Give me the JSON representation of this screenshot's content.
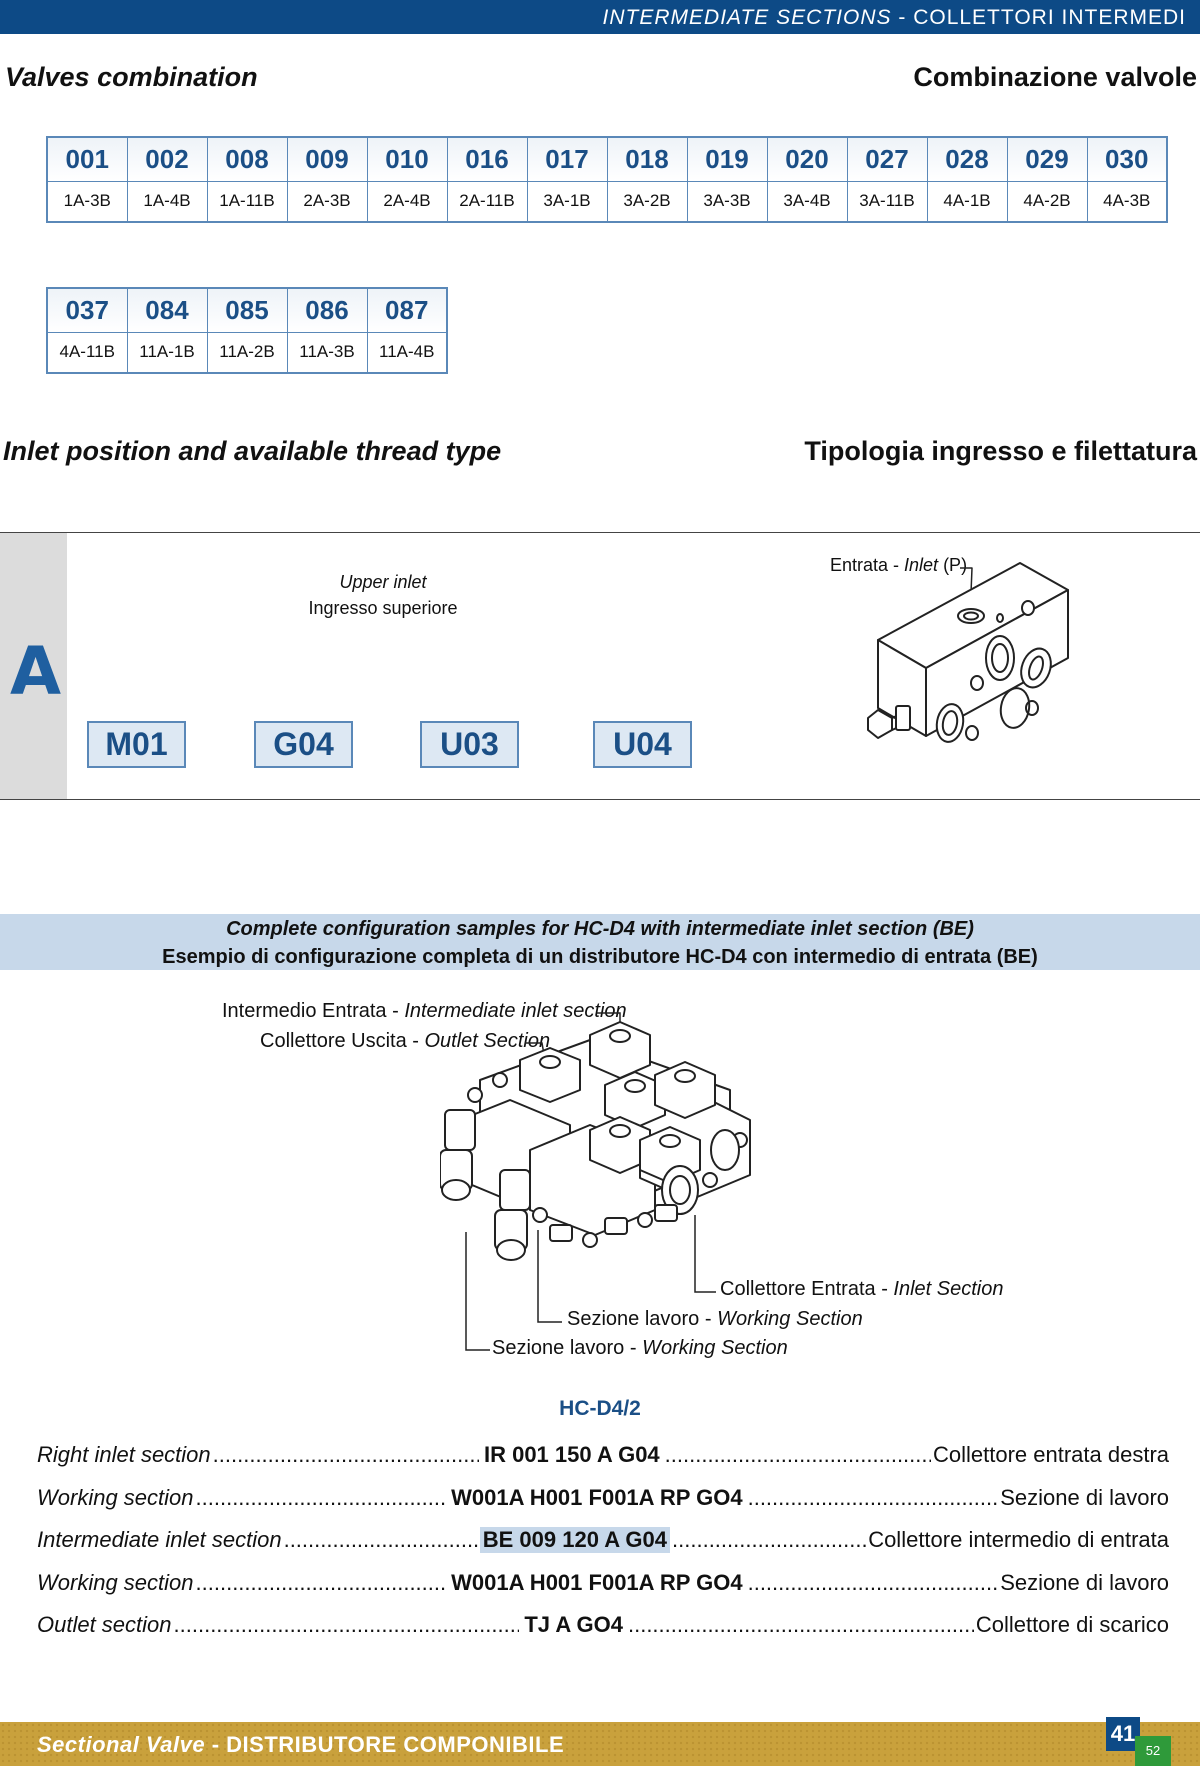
{
  "header": {
    "title_part1": "INTERMEDIATE SECTIONS",
    "separator": "-",
    "title_part2": "COLLETTORI INTERMEDI"
  },
  "valves": {
    "heading_en": "Valves combination",
    "heading_it": "Combinazione valvole",
    "row1": [
      {
        "code": "001",
        "desc": "1A-3B"
      },
      {
        "code": "002",
        "desc": "1A-4B"
      },
      {
        "code": "008",
        "desc": "1A-11B"
      },
      {
        "code": "009",
        "desc": "2A-3B"
      },
      {
        "code": "010",
        "desc": "2A-4B"
      },
      {
        "code": "016",
        "desc": "2A-11B"
      },
      {
        "code": "017",
        "desc": "3A-1B"
      },
      {
        "code": "018",
        "desc": "3A-2B"
      },
      {
        "code": "019",
        "desc": "3A-3B"
      },
      {
        "code": "020",
        "desc": "3A-4B"
      },
      {
        "code": "027",
        "desc": "3A-11B"
      },
      {
        "code": "028",
        "desc": "4A-1B"
      },
      {
        "code": "029",
        "desc": "4A-2B"
      },
      {
        "code": "030",
        "desc": "4A-3B"
      }
    ],
    "row2": [
      {
        "code": "037",
        "desc": "4A-11B"
      },
      {
        "code": "084",
        "desc": "11A-1B"
      },
      {
        "code": "085",
        "desc": "11A-2B"
      },
      {
        "code": "086",
        "desc": "11A-3B"
      },
      {
        "code": "087",
        "desc": "11A-4B"
      }
    ]
  },
  "inlet": {
    "heading_en": "Inlet position and available thread type",
    "heading_it": "Tipologia ingresso e filettatura",
    "letter": "A",
    "upper_en": "Upper inlet",
    "upper_it": "Ingresso superiore",
    "threads": [
      "M01",
      "G04",
      "U03",
      "U04"
    ],
    "entrata_label": "Entrata - ",
    "entrata_inlet": "Inlet",
    "entrata_p": " (P)"
  },
  "config": {
    "title_en": "Complete configuration samples for HC-D4 with intermediate inlet section (BE)",
    "title_it": "Esempio di configurazione completa di un distributore HC-D4 con intermedio di entrata (BE)",
    "annotations": [
      {
        "it": "Intermedio Entrata - ",
        "en": "Intermediate inlet section"
      },
      {
        "it": "Collettore Uscita - ",
        "en": "Outlet Section"
      },
      {
        "it": "Collettore Entrata - ",
        "en": "Inlet Section"
      },
      {
        "it": "Sezione lavoro - ",
        "en": "Working Section"
      },
      {
        "it": "Sezione lavoro - ",
        "en": "Working Section"
      }
    ],
    "model": "HC-D4/2",
    "rows": [
      {
        "en": "Right inlet section",
        "code": "IR 001 150 A G04",
        "it": "Collettore entrata destra"
      },
      {
        "en": "Working section",
        "code": "W001A H001 F001A RP GO4",
        "it": "Sezione di lavoro"
      },
      {
        "en": "Intermediate inlet section",
        "code": "BE 009 120 A G04",
        "it": "Collettore intermedio di entrata"
      },
      {
        "en": "Working section",
        "code": "W001A H001 F001A RP GO4",
        "it": "Sezione di lavoro"
      },
      {
        "en": "Outlet section",
        "code": "TJ A GO4",
        "it": "Collettore di scarico"
      }
    ]
  },
  "footer": {
    "title_en": "Sectional Valve",
    "separator": " - ",
    "title_it": "DISTRIBUTORE COMPONIBILE",
    "page": "41",
    "page_small": "52"
  },
  "colors": {
    "header_blue": "#0d4a86",
    "table_border": "#5a88b8",
    "code_blue": "#1b4f86",
    "highlight": "#c7d8ea",
    "footer_gold": "#c9a13c",
    "badge_green": "#2f9a3a"
  }
}
